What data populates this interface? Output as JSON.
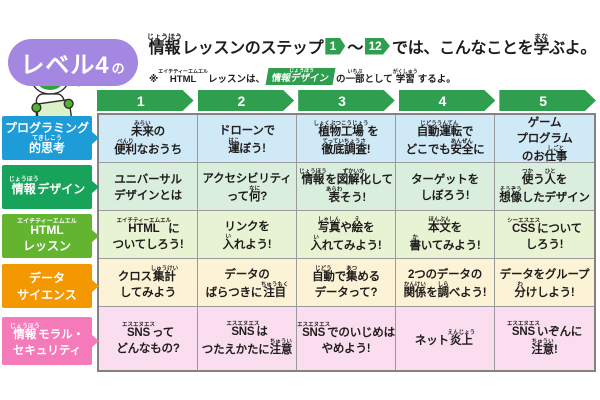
{
  "colors": {
    "step_green": "#2f9e4e",
    "border": "#828282",
    "level_badge_purple": "#a487e0"
  },
  "header": {
    "level_badge": {
      "main": "レベル4",
      "suffix": "の"
    },
    "title": {
      "segments": [
        {
          "t": "情報",
          "r": "じょうほう"
        },
        {
          "t": "レッスンのステップ"
        },
        {
          "t": "1",
          "badge": "step"
        },
        {
          "t": "〜"
        },
        {
          "t": "12",
          "badge": "step"
        },
        {
          "t": "では、こんなことを"
        },
        {
          "t": "学",
          "r": "まな"
        },
        {
          "t": "ぶよ。"
        }
      ]
    },
    "note": {
      "segments": [
        {
          "t": "※"
        },
        {
          "t": "HTML",
          "r": "エイチティーエムエル"
        },
        {
          "t": "レッスンは、"
        },
        {
          "t": "情報デザイン",
          "r": "じょうほう",
          "badge": "slant"
        },
        {
          "t": "の"
        },
        {
          "t": "一部",
          "r": "いちぶ"
        },
        {
          "t": "として"
        },
        {
          "t": "学習",
          "r": "がくしゅう"
        },
        {
          "t": "するよ。"
        }
      ]
    }
  },
  "mascot": {
    "icon": "robot-mascot"
  },
  "table": {
    "step_headers": [
      "1",
      "2",
      "3",
      "4",
      "5"
    ],
    "rows": [
      {
        "badge_color": "#1e9cd8",
        "row_bg": "#cfe9f7",
        "label": [
          [
            {
              "t": "プログラミング"
            }
          ],
          [
            {
              "t": "的思考",
              "r": "てきしこう"
            }
          ]
        ],
        "cells": [
          [
            [
              {
                "t": "未来",
                "r": "みらい"
              },
              {
                "t": "の"
              }
            ],
            [
              {
                "t": "便利",
                "r": "べんり"
              },
              {
                "t": "なおうち"
              }
            ]
          ],
          [
            [
              {
                "t": "ドローンで"
              }
            ],
            [
              {
                "t": "運",
                "r": "はこ"
              },
              {
                "t": "ぼう!"
              }
            ]
          ],
          [
            [
              {
                "t": "植物工場",
                "r": "しょくぶつこうじょう"
              },
              {
                "t": "を"
              }
            ],
            [
              {
                "t": "徹底調査",
                "r": "てっていちょうさ"
              },
              {
                "t": "!"
              }
            ]
          ],
          [
            [
              {
                "t": "自動運転",
                "r": "じどううんてん"
              },
              {
                "t": "で"
              }
            ],
            [
              {
                "t": "どこでも"
              },
              {
                "t": "安全",
                "r": "あんぜん"
              },
              {
                "t": "に"
              }
            ]
          ],
          [
            [
              {
                "t": "ゲーム"
              }
            ],
            [
              {
                "t": "プログラム"
              }
            ],
            [
              {
                "t": "のお"
              },
              {
                "t": "仕事",
                "r": "しごと"
              }
            ]
          ]
        ]
      },
      {
        "badge_color": "#17a45a",
        "row_bg": "#d9eedc",
        "label": [
          [
            {
              "t": "情報",
              "r": "じょうほう"
            },
            {
              "t": "デザイン"
            }
          ]
        ],
        "cells": [
          [
            [
              {
                "t": "ユニバーサル"
              }
            ],
            [
              {
                "t": "デザインとは"
              }
            ]
          ],
          [
            [
              {
                "t": "アクセシビリティ"
              }
            ],
            [
              {
                "t": "って"
              },
              {
                "t": "何",
                "r": "なに"
              },
              {
                "t": "?"
              }
            ]
          ],
          [
            [
              {
                "t": "情報",
                "r": "じょうほう"
              },
              {
                "t": "を"
              },
              {
                "t": "図解化",
                "r": "ずかいか"
              },
              {
                "t": "して"
              }
            ],
            [
              {
                "t": "表",
                "r": "あらわ"
              },
              {
                "t": "そう!"
              }
            ]
          ],
          [
            [
              {
                "t": "ターゲットを"
              }
            ],
            [
              {
                "t": "しぼろう!"
              }
            ]
          ],
          [
            [
              {
                "t": "使",
                "r": "つか"
              },
              {
                "t": "う"
              },
              {
                "t": "人",
                "r": "ひと"
              },
              {
                "t": "を"
              }
            ],
            [
              {
                "t": "想像",
                "r": "そうぞう"
              },
              {
                "t": "したデザイン"
              }
            ]
          ]
        ]
      },
      {
        "badge_color": "#63b42f",
        "row_bg": "#e7f3d3",
        "label": [
          [
            {
              "t": "HTML",
              "r": "エイチティーエムエル"
            }
          ],
          [
            {
              "t": "レッスン"
            }
          ]
        ],
        "cells": [
          [
            [
              {
                "t": "HTML",
                "r": "エイチティーエムエル"
              },
              {
                "t": "に"
              }
            ],
            [
              {
                "t": "ついてしろう!"
              }
            ]
          ],
          [
            [
              {
                "t": "リンクを"
              }
            ],
            [
              {
                "t": "入",
                "r": "い"
              },
              {
                "t": "れよう!"
              }
            ]
          ],
          [
            [
              {
                "t": "写真",
                "r": "しゃしん"
              },
              {
                "t": "や"
              },
              {
                "t": "絵",
                "r": "え"
              },
              {
                "t": "を"
              }
            ],
            [
              {
                "t": "入",
                "r": "い"
              },
              {
                "t": "れてみよう!"
              }
            ]
          ],
          [
            [
              {
                "t": "本文",
                "r": "ほんぶん"
              },
              {
                "t": "を"
              }
            ],
            [
              {
                "t": "書",
                "r": "か"
              },
              {
                "t": "いてみよう!"
              }
            ]
          ],
          [
            [
              {
                "t": "CSS",
                "r": "シーエスエス"
              },
              {
                "t": "について"
              }
            ],
            [
              {
                "t": "しろう!"
              }
            ]
          ]
        ]
      },
      {
        "badge_color": "#f39800",
        "row_bg": "#fcf2d5",
        "label": [
          [
            {
              "t": "データ"
            }
          ],
          [
            {
              "t": "サイエンス"
            }
          ]
        ],
        "cells": [
          [
            [
              {
                "t": "クロス"
              },
              {
                "t": "集計",
                "r": "しゅうけい"
              }
            ],
            [
              {
                "t": "してみよう"
              }
            ]
          ],
          [
            [
              {
                "t": "データの"
              }
            ],
            [
              {
                "t": "ばらつきに"
              },
              {
                "t": "注目",
                "r": "ちゅうもく"
              }
            ]
          ],
          [
            [
              {
                "t": "自動",
                "r": "じどう"
              },
              {
                "t": "で"
              },
              {
                "t": "集",
                "r": "あつ"
              },
              {
                "t": "める"
              }
            ],
            [
              {
                "t": "データって?"
              }
            ]
          ],
          [
            [
              {
                "t": "2つのデータの"
              }
            ],
            [
              {
                "t": "関係",
                "r": "かんけい"
              },
              {
                "t": "を"
              },
              {
                "t": "調",
                "r": "しら"
              },
              {
                "t": "べよう!"
              }
            ]
          ],
          [
            [
              {
                "t": "データをグループ"
              }
            ],
            [
              {
                "t": "分",
                "r": "わ"
              },
              {
                "t": "けしよう!"
              }
            ]
          ]
        ]
      },
      {
        "badge_color": "#f47ab9",
        "row_bg": "#fadeef",
        "label": [
          [
            {
              "t": "情報",
              "r": "じょうほう"
            },
            {
              "t": "モラル・"
            }
          ],
          [
            {
              "t": "セキュリティ"
            }
          ]
        ],
        "cells": [
          [
            [
              {
                "t": "SNS",
                "r": "エスエヌエス"
              },
              {
                "t": "って"
              }
            ],
            [
              {
                "t": "どんなもの?"
              }
            ]
          ],
          [
            [
              {
                "t": "SNS",
                "r": "エスエヌエス"
              },
              {
                "t": "は"
              }
            ],
            [
              {
                "t": "つたえかたに"
              },
              {
                "t": "注意",
                "r": "ちゅうい"
              }
            ]
          ],
          [
            [
              {
                "t": "SNS",
                "r": "エスエヌエス"
              },
              {
                "t": "でのいじめは"
              }
            ],
            [
              {
                "t": "やめよう!"
              }
            ]
          ],
          [
            [
              {
                "t": "ネット"
              },
              {
                "t": "炎上",
                "r": "えんじょう"
              }
            ]
          ],
          [
            [
              {
                "t": "SNS",
                "r": "エスエヌエス"
              },
              {
                "t": "いぞんに"
              }
            ],
            [
              {
                "t": "注意",
                "r": "ちゅうい"
              },
              {
                "t": "!"
              }
            ]
          ]
        ]
      }
    ]
  }
}
